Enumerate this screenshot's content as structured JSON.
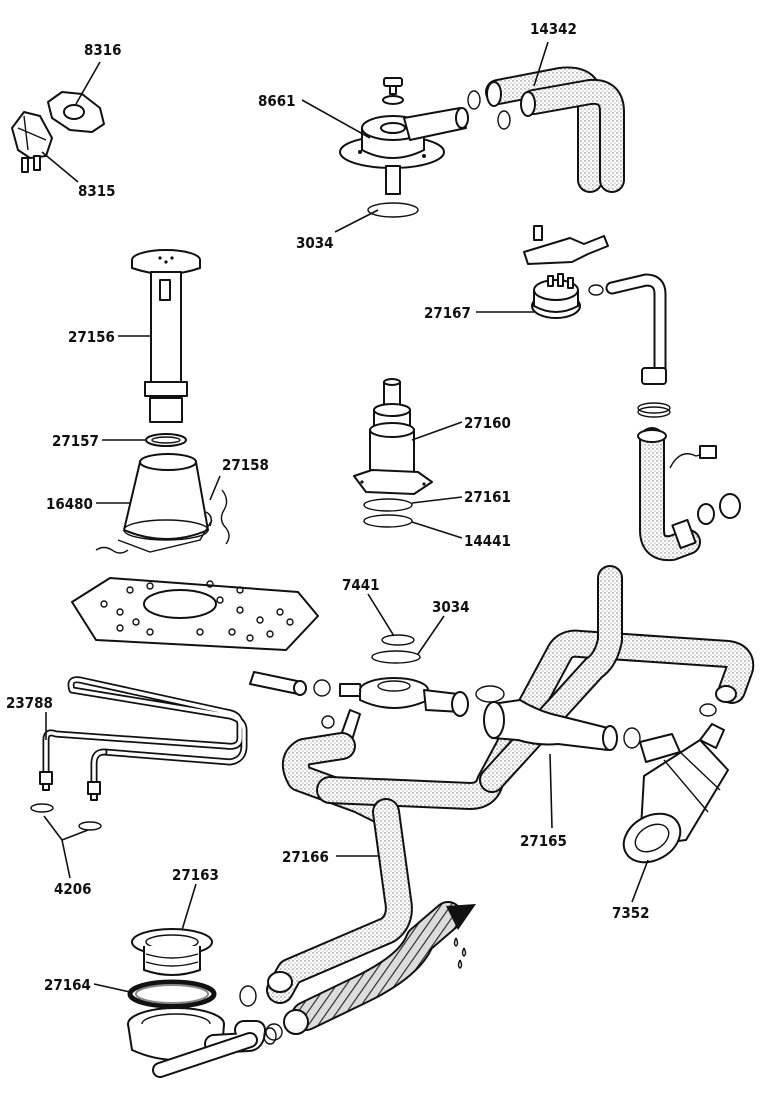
{
  "diagram": {
    "part_numbers": {
      "p8316": "8316",
      "p8315": "8315",
      "p8661": "8661",
      "p14342": "14342",
      "p3034_top": "3034",
      "p27156": "27156",
      "p27167": "27167",
      "p27157": "27157",
      "p27158": "27158",
      "p16480": "16480",
      "p27160": "27160",
      "p27161": "27161",
      "p14441": "14441",
      "p7441": "7441",
      "p3034_mid": "3034",
      "p23788": "23788",
      "p4206": "4206",
      "p27166": "27166",
      "p27165": "27165",
      "p7352": "7352",
      "p27163": "27163",
      "p27164": "27164"
    }
  }
}
